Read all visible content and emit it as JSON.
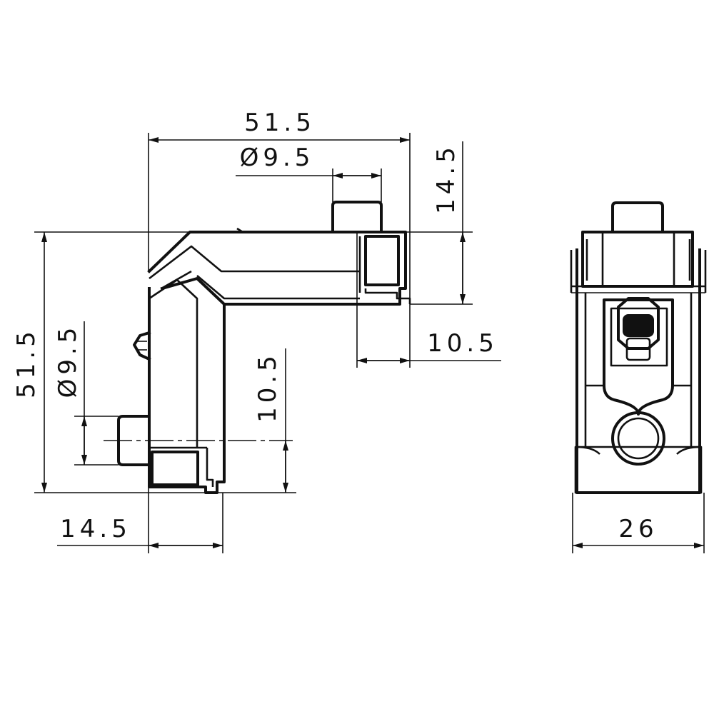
{
  "drawing": {
    "side_view": {
      "dimensions": {
        "top_width": "51.5",
        "top_dia": "Ø9.5",
        "right_height": "14.5",
        "right_offset": "10.5",
        "left_height": "51.5",
        "left_dia": "Ø9.5",
        "inner_height": "10.5",
        "bottom_width": "14.5"
      }
    },
    "front_view": {
      "dimensions": {
        "width": "26"
      }
    }
  }
}
